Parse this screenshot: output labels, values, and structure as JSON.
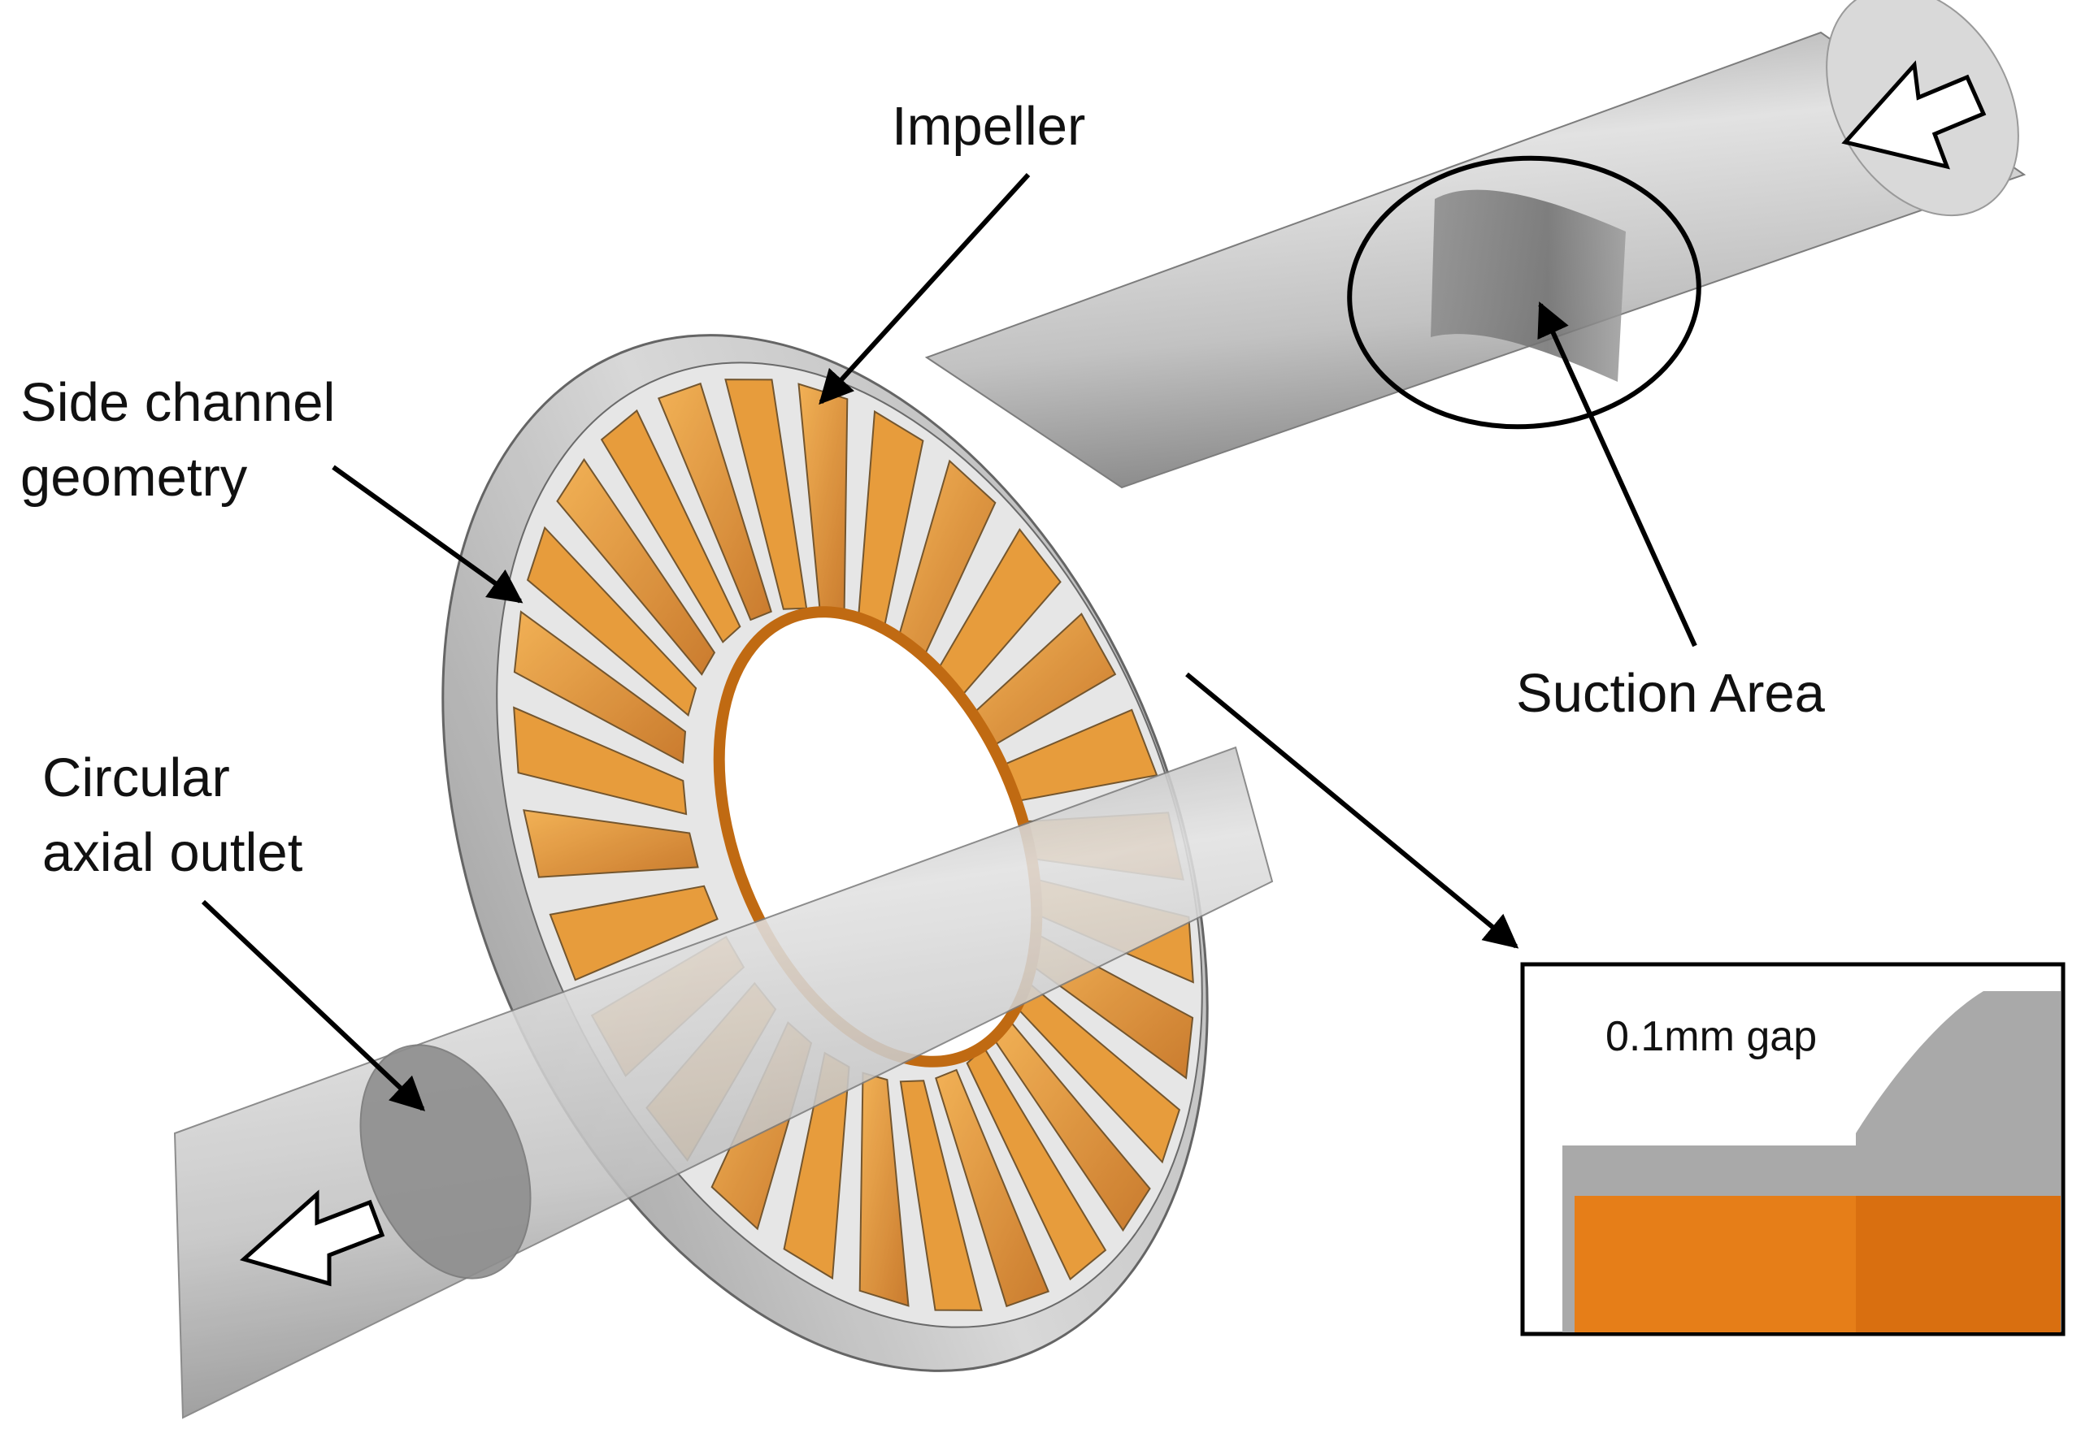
{
  "labels": {
    "impeller": "Impeller",
    "side_channel_line1": "Side channel",
    "side_channel_line2": "geometry",
    "circular_line1": "Circular",
    "circular_line2": "axial outlet",
    "suction_area": "Suction Area",
    "gap": "0.1mm gap"
  },
  "colors": {
    "pipe": "#c4c4c4",
    "pipe_dark": "#8f8f8f",
    "ring": "#b9b9b9",
    "blade_orange": "#e8962e",
    "blade_dark": "#b9651a",
    "inset_gray": "#a9a9a9",
    "inset_orange": "#e67e18"
  },
  "impeller": {
    "blade_count": 28
  }
}
